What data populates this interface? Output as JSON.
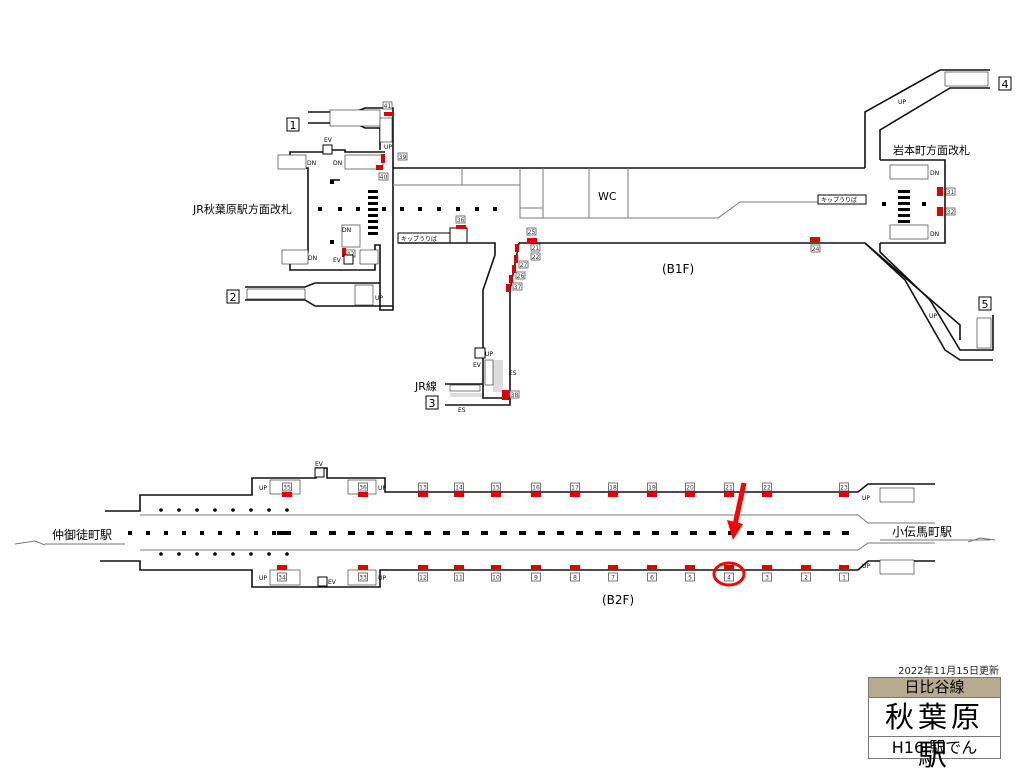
{
  "map": {
    "floors": {
      "b1": "(B1F)",
      "b2": "(B2F)"
    },
    "gates": {
      "jr_akihabara": "JR秋葉原駅方面改札",
      "iwamotocho": "岩本町方面改札"
    },
    "labels": {
      "wc": "WC",
      "ticket_left": "キップうりば",
      "ticket_right": "キップうりば",
      "jr_line": "JR線",
      "es": "ES",
      "ev": "EV",
      "up": "UP",
      "dn": "DN"
    },
    "exits": [
      "1",
      "2",
      "3",
      "4",
      "5"
    ],
    "b1_doors": [
      "41",
      "39",
      "40",
      "42",
      "36",
      "25",
      "21",
      "22",
      "27",
      "26",
      "37",
      "38",
      "24",
      "31",
      "32"
    ],
    "stations": {
      "west": "仲御徒町駅",
      "east": "小伝馬町駅"
    },
    "b2_upper_doors": [
      "35",
      "36",
      "13",
      "14",
      "15",
      "16",
      "17",
      "18",
      "19",
      "20",
      "21",
      "22",
      "23"
    ],
    "b2_lower_doors": [
      "34",
      "33",
      "12",
      "11",
      "10",
      "9",
      "8",
      "7",
      "6",
      "5",
      "4",
      "3",
      "2",
      "1"
    ],
    "highlight": {
      "door": "4",
      "color": "#ff0000"
    }
  },
  "info": {
    "updated": "2022年11月15日更新",
    "line": "日比谷線",
    "station": "秋葉原駅",
    "code": "H16 駅でん"
  },
  "colors": {
    "door": "#e00000",
    "line_band": "#b7ab8f"
  }
}
